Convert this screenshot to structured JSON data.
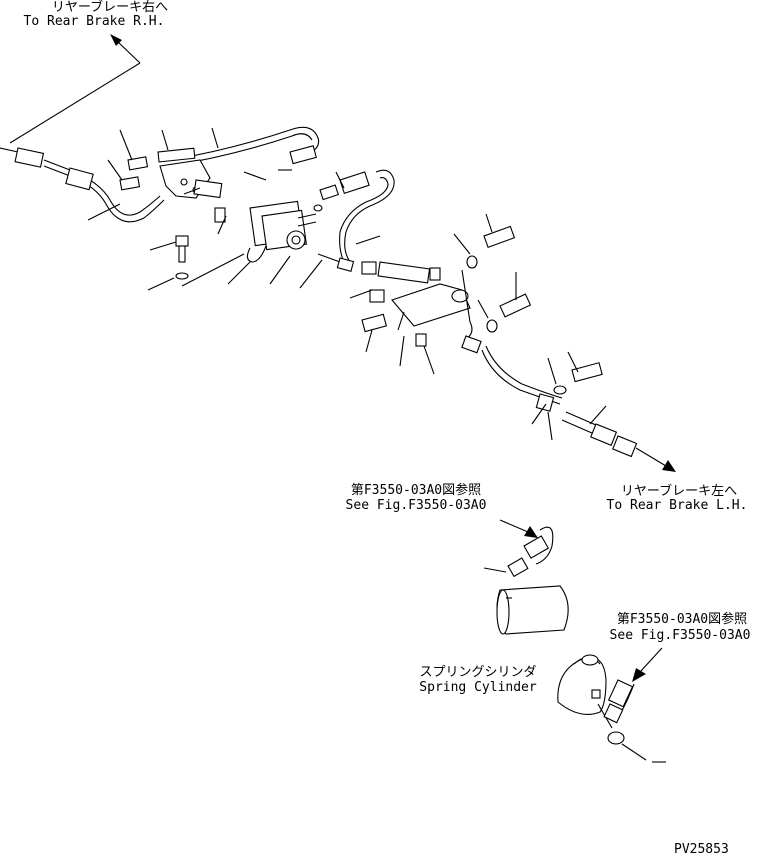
{
  "labels": {
    "rear_brake_rh_jp": "リヤーブレーキ右へ",
    "rear_brake_rh_en": "To Rear Brake R.H.",
    "rear_brake_lh_jp": "リヤーブレーキ左へ",
    "rear_brake_lh_en": "To Rear Brake L.H.",
    "ref_fig_1_jp": "第F3550-03A0図参照",
    "ref_fig_1_en": "See Fig.F3550-03A0",
    "ref_fig_2_jp": "第F3550-03A0図参照",
    "ref_fig_2_en": "See Fig.F3550-03A0",
    "spring_cylinder_jp": "スプリングシリンダ",
    "spring_cylinder_en": "Spring Cylinder",
    "drawing_number": "PV25853"
  }
}
